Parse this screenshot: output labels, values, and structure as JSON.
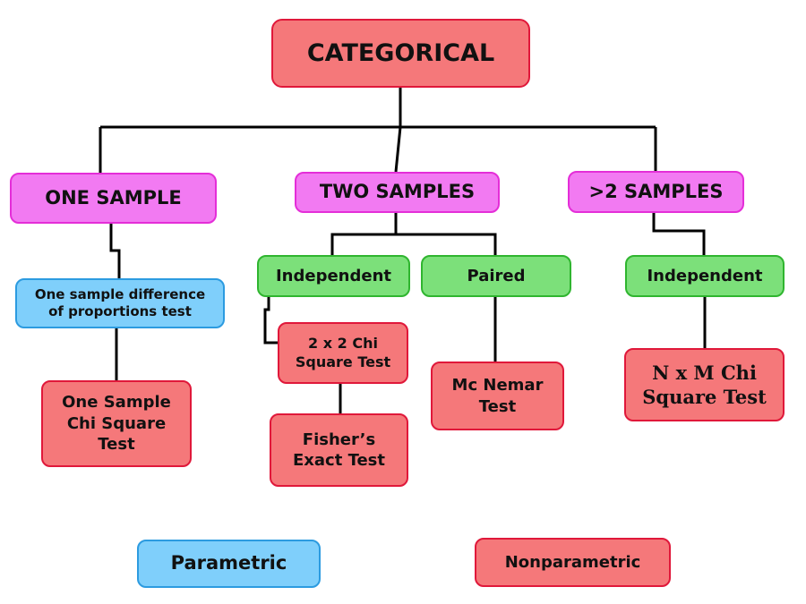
{
  "nodes": {
    "categorical": "CATEGORICAL",
    "one_sample": "ONE SAMPLE",
    "two_samples": "TWO SAMPLES",
    "gt2_samples": ">2 SAMPLES",
    "one_sample_diff": "One sample difference\nof proportions test",
    "independent_two": "Independent",
    "paired": "Paired",
    "independent_gt2": "Independent",
    "one_sample_chi": "One Sample\nChi Square\nTest",
    "chi_2x2": "2 x 2 Chi\nSquare Test",
    "fishers": "Fisher’s\nExact Test",
    "mc_nemar": "Mc Nemar\nTest",
    "nxm_chi": "N x M Chi\nSquare Test"
  },
  "legend": {
    "parametric": "Parametric",
    "nonparametric": "Nonparametric"
  },
  "colors": {
    "nonparametric_fill": "#f5787a",
    "sample_group_fill": "#f27af2",
    "design_fill": "#7ce07a",
    "parametric_fill": "#7fcffb",
    "connector": "#000000"
  }
}
